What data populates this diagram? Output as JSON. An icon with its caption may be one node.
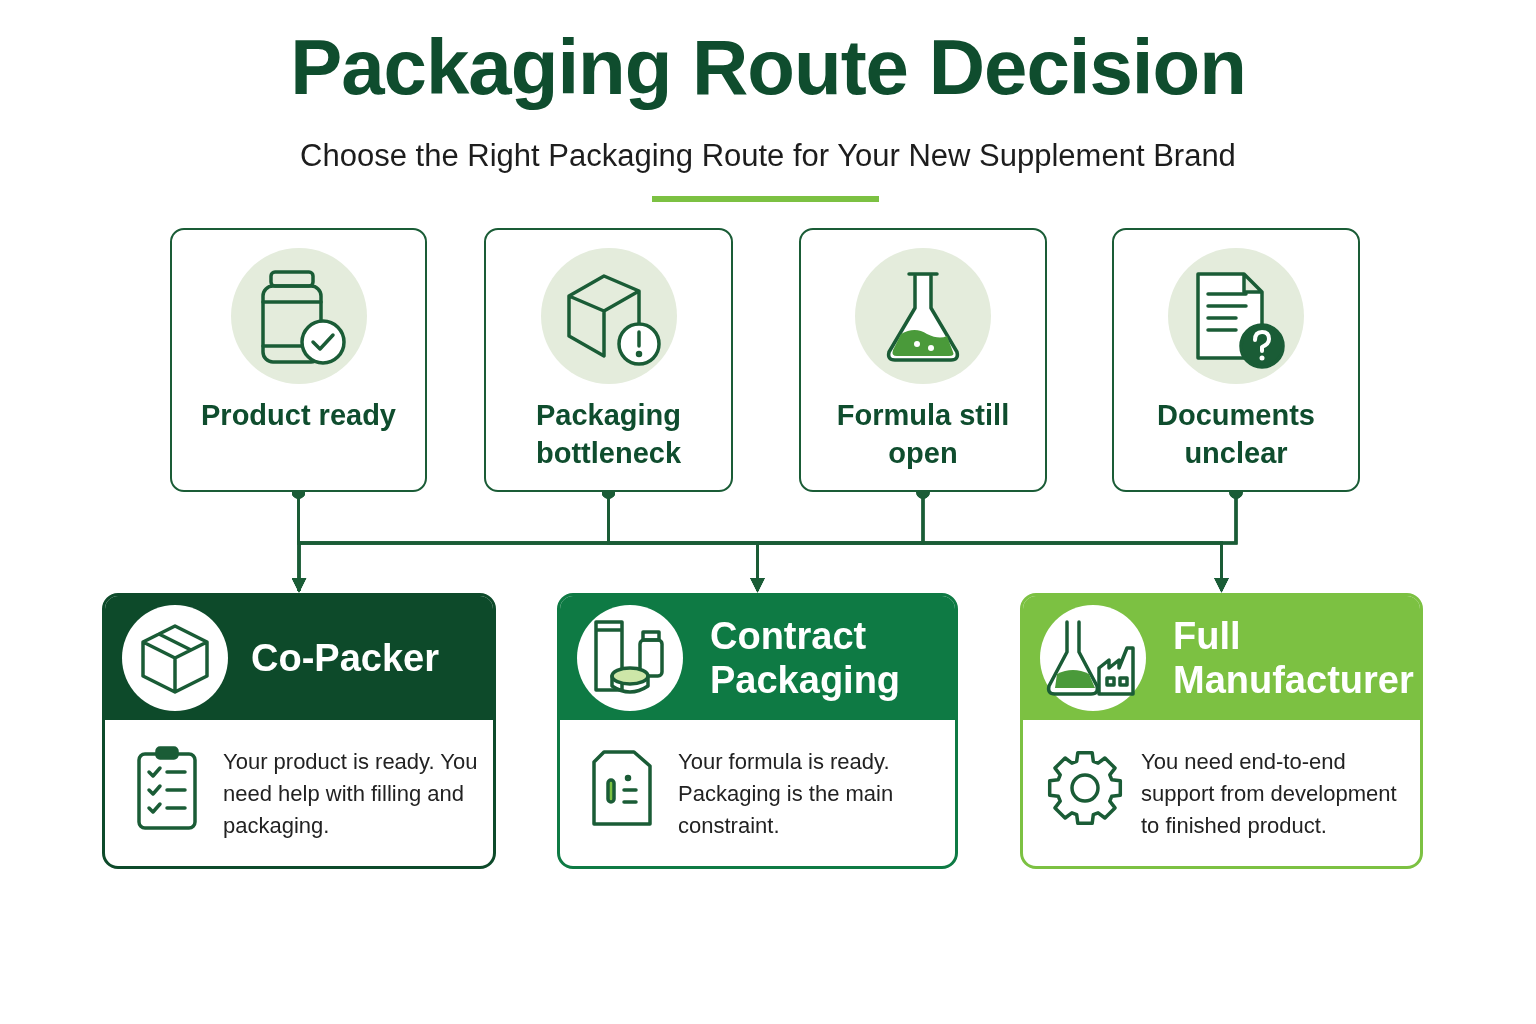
{
  "diagram": {
    "title": "Packaging Route Decision",
    "nodes": [
      {
        "text": [
          "Product ready"
        ]
      },
      {
        "text": [
          "Packaging bottleneck"
        ]
      },
      {
        "text": [
          "Formula still open"
        ]
      },
      {
        "text": [
          "Documents unclear"
        ]
      },
      {
        "text": [
          "Co-Packer",
          "Your product is ready. You need help with filling and packaging."
        ]
      },
      {
        "text": [
          "Contract Packaging",
          "Your formula is ready. Packaging is the main constraint."
        ]
      },
      {
        "text": [
          "Full Manufacturer",
          "You need end-to-end support from development to finished product."
        ]
      }
    ],
    "edges": [
      {
        "from": 0,
        "to": 4,
        "arrow": "to"
      },
      {
        "from": 0,
        "to": 5,
        "arrow": "to"
      },
      {
        "from": 0,
        "to": 6,
        "arrow": "to"
      },
      {
        "from": 1,
        "to": 4,
        "arrow": "to"
      },
      {
        "from": 1,
        "to": 5,
        "arrow": "to"
      },
      {
        "from": 1,
        "to": 6,
        "arrow": "to"
      },
      {
        "from": 2,
        "to": 4,
        "arrow": "to"
      },
      {
        "from": 2,
        "to": 5,
        "arrow": "to"
      },
      {
        "from": 2,
        "to": 6,
        "arrow": "to"
      },
      {
        "from": 3,
        "to": 4,
        "arrow": "to"
      },
      {
        "from": 3,
        "to": 5,
        "arrow": "to"
      },
      {
        "from": 3,
        "to": 6,
        "arrow": "to"
      }
    ],
    "labels": [
      "Choose the Right Packaging Route for Your New Supplement Brand"
    ]
  }
}
